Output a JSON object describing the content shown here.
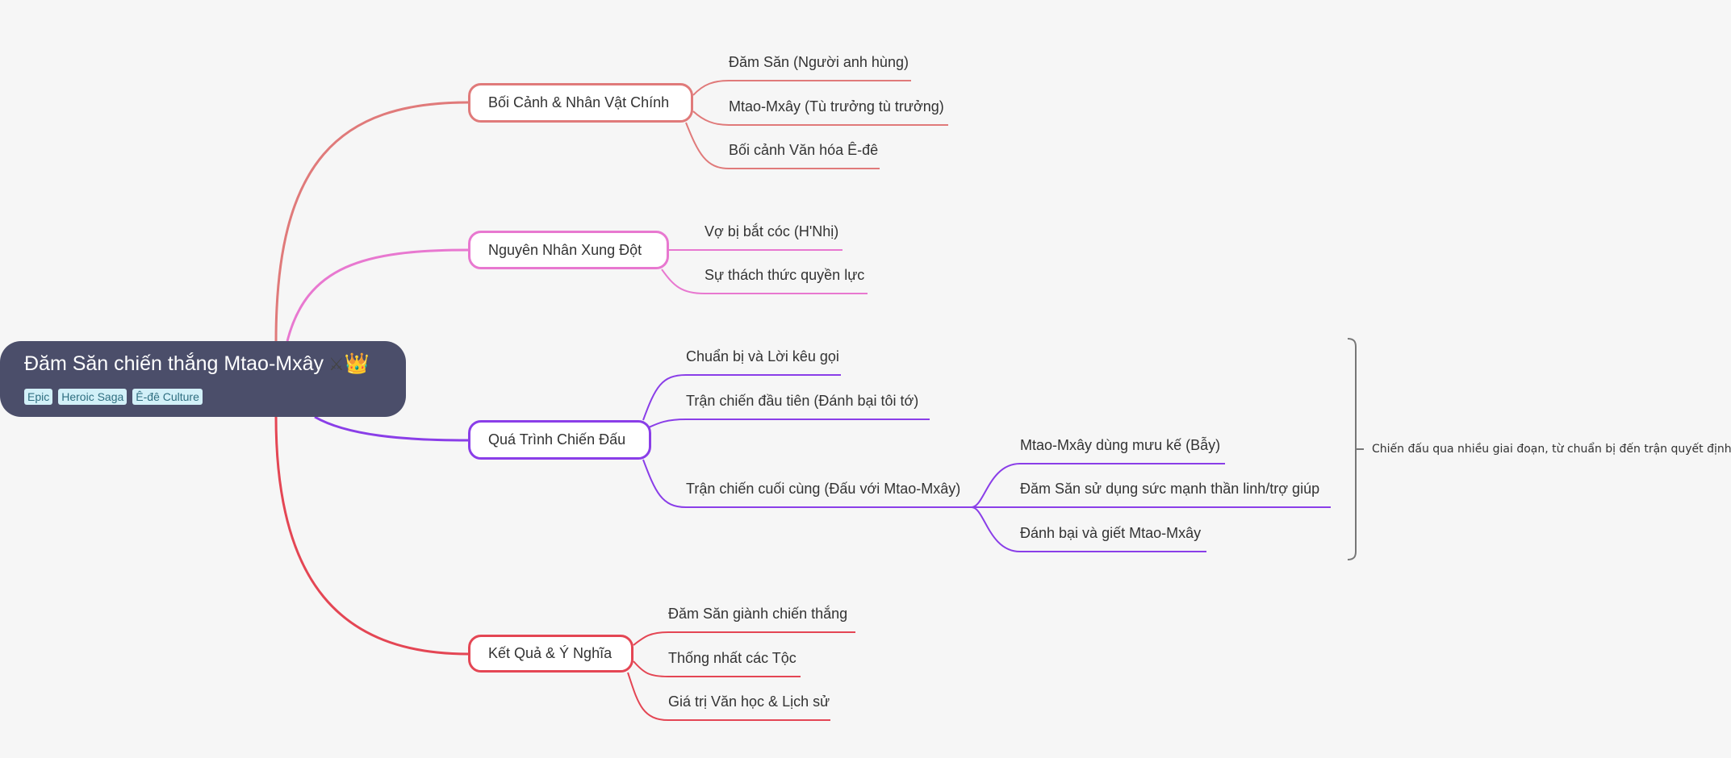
{
  "root": {
    "title": "Đăm Săn chiến thắng Mtao-Mxây",
    "emoji_swords": "⚔",
    "emoji_crown": "👑",
    "tags": [
      "Epic",
      "Heroic Saga",
      "Ê-đê Culture"
    ]
  },
  "branches": [
    {
      "label": "Bối Cảnh & Nhân Vật Chính",
      "color": "#e07a7a",
      "children": [
        "Đăm Săn (Người anh hùng)",
        "Mtao-Mxây (Tù trưởng tù trưởng)",
        "Bối cảnh Văn hóa Ê-đê"
      ]
    },
    {
      "label": "Nguyên Nhân Xung Đột",
      "color": "#e878d0",
      "children": [
        "Vợ bị bắt cóc (H'Nhị)",
        "Sự thách thức quyền lực"
      ]
    },
    {
      "label": "Quá Trình Chiến Đấu",
      "color": "#8a3ee8",
      "children": [
        "Chuẩn bị và Lời kêu gọi",
        "Trận chiến đầu tiên (Đánh bại tôi tớ)",
        "Trận chiến cuối cùng (Đấu với Mtao-Mxây)"
      ],
      "subchildren": [
        "Mtao-Mxây dùng mưu kế (Bẫy)",
        "Đăm Săn sử dụng sức mạnh thần linh/trợ giúp",
        "Đánh bại và giết Mtao-Mxây"
      ],
      "summary": "Chiến đấu qua nhiều giai đoạn, từ chuẩn bị đến trận quyết định"
    },
    {
      "label": "Kết Quả & Ý Nghĩa",
      "color": "#e44654",
      "children": [
        "Đăm Săn giành chiến thắng",
        "Thống nhất các Tộc",
        "Giá trị Văn học & Lịch sử"
      ]
    }
  ]
}
